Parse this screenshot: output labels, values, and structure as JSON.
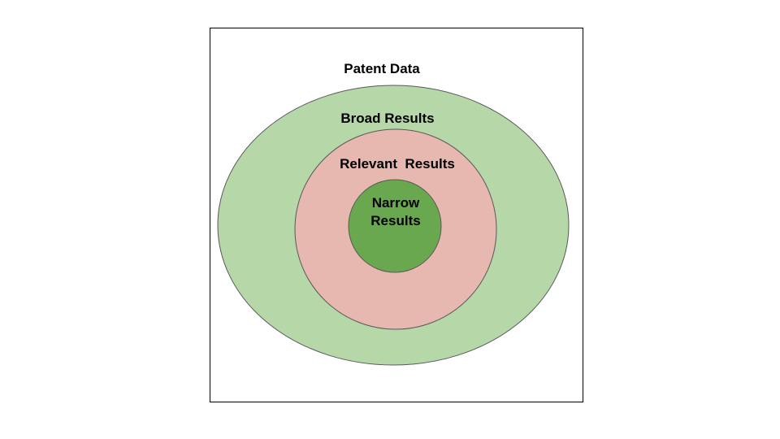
{
  "diagram": {
    "outer_label": "Patent Data",
    "broad": {
      "label": "Broad Results",
      "color": "#b6d7a8"
    },
    "relevant": {
      "label": "Relevant  Results",
      "color": "#e6b8af"
    },
    "narrow": {
      "label_line1": "Narrow",
      "label_line2": "Results",
      "color": "#6aa84f"
    }
  }
}
